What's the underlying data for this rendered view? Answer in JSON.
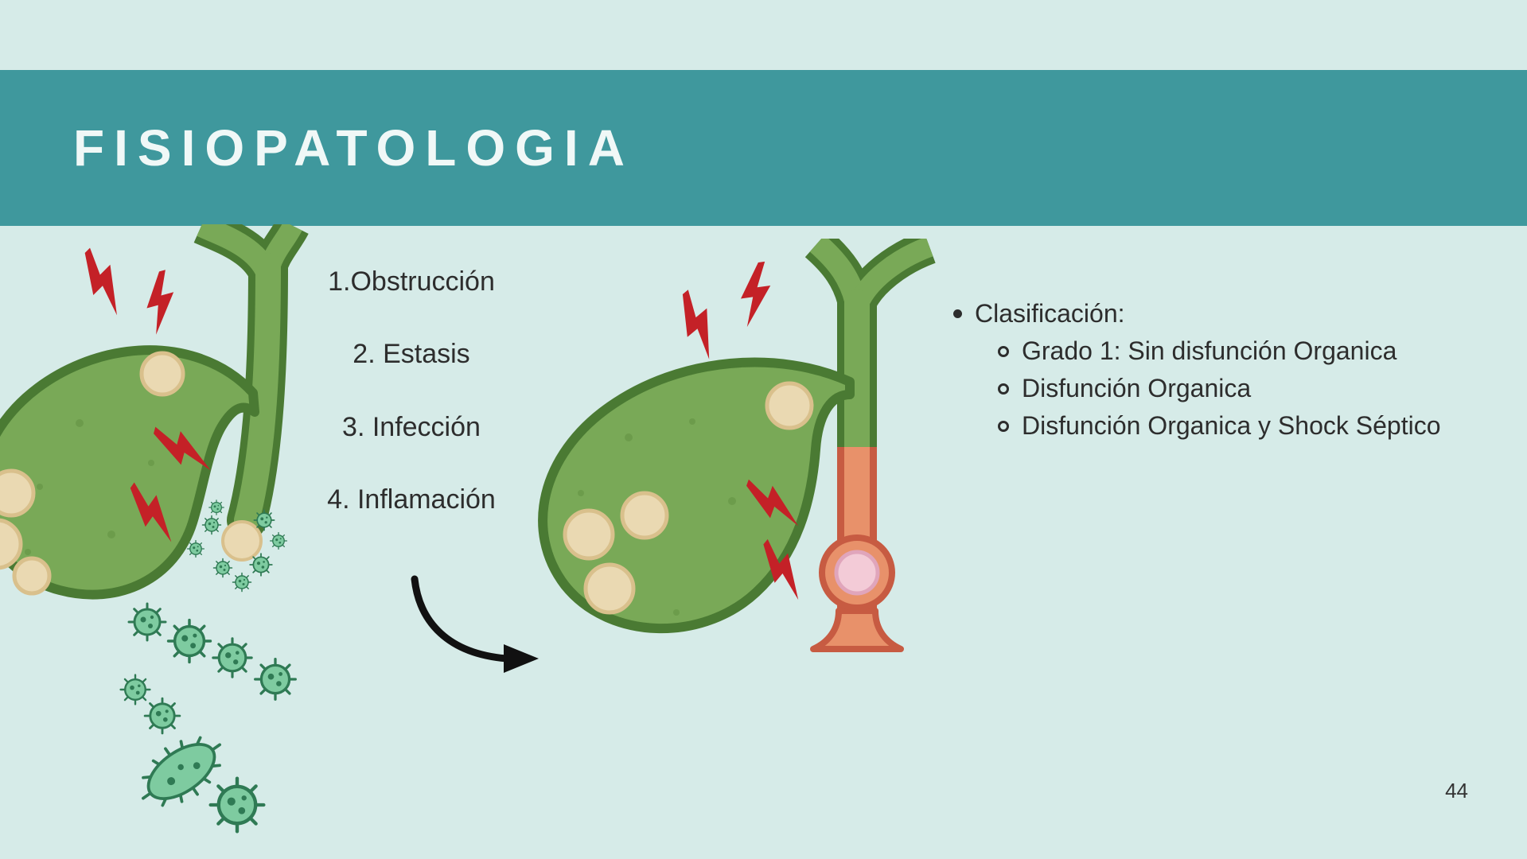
{
  "header": {
    "title": "FISIOPATOLOGIA"
  },
  "process_steps": {
    "items": [
      {
        "label": "1.Obstrucción"
      },
      {
        "label": "2. Estasis"
      },
      {
        "label": "3. Infección"
      },
      {
        "label": "4. Inflamación"
      }
    ]
  },
  "classification": {
    "heading": "Clasificación:",
    "items": [
      {
        "label": "Grado 1: Sin disfunción Organica"
      },
      {
        "label": "Disfunción Organica"
      },
      {
        "label": "Disfunción Organica y Shock Séptico"
      }
    ]
  },
  "footer": {
    "page_number": "44"
  },
  "illustrations": {
    "left_gallbladder": "inflamed-gallbladder-releasing-bacteria",
    "right_gallbladder": "gallbladder-with-gallstones-and-obstructed-inflamed-duct",
    "arrow": "curved-progression-arrow",
    "icons": [
      "lightning-bolt-icon",
      "bacteria-icon",
      "gallstone-icon"
    ]
  },
  "colors": {
    "background": "#D6EBE8",
    "header_band": "#3F989D",
    "title_text": "#F0F8F7",
    "body_text": "#2D2D2D",
    "pain_red": "#C42127",
    "organ_green": "#79A957",
    "organ_green_dark": "#4A7A33",
    "gallstone_beige": "#EAD9B2",
    "bacteria_green": "#7ECBA0",
    "bacteria_dark": "#2F7A54",
    "inflamed_orange": "#E8916A",
    "inflamed_orange_dark": "#C75B42",
    "lodged_stone_pink": "#F3CBD7"
  }
}
